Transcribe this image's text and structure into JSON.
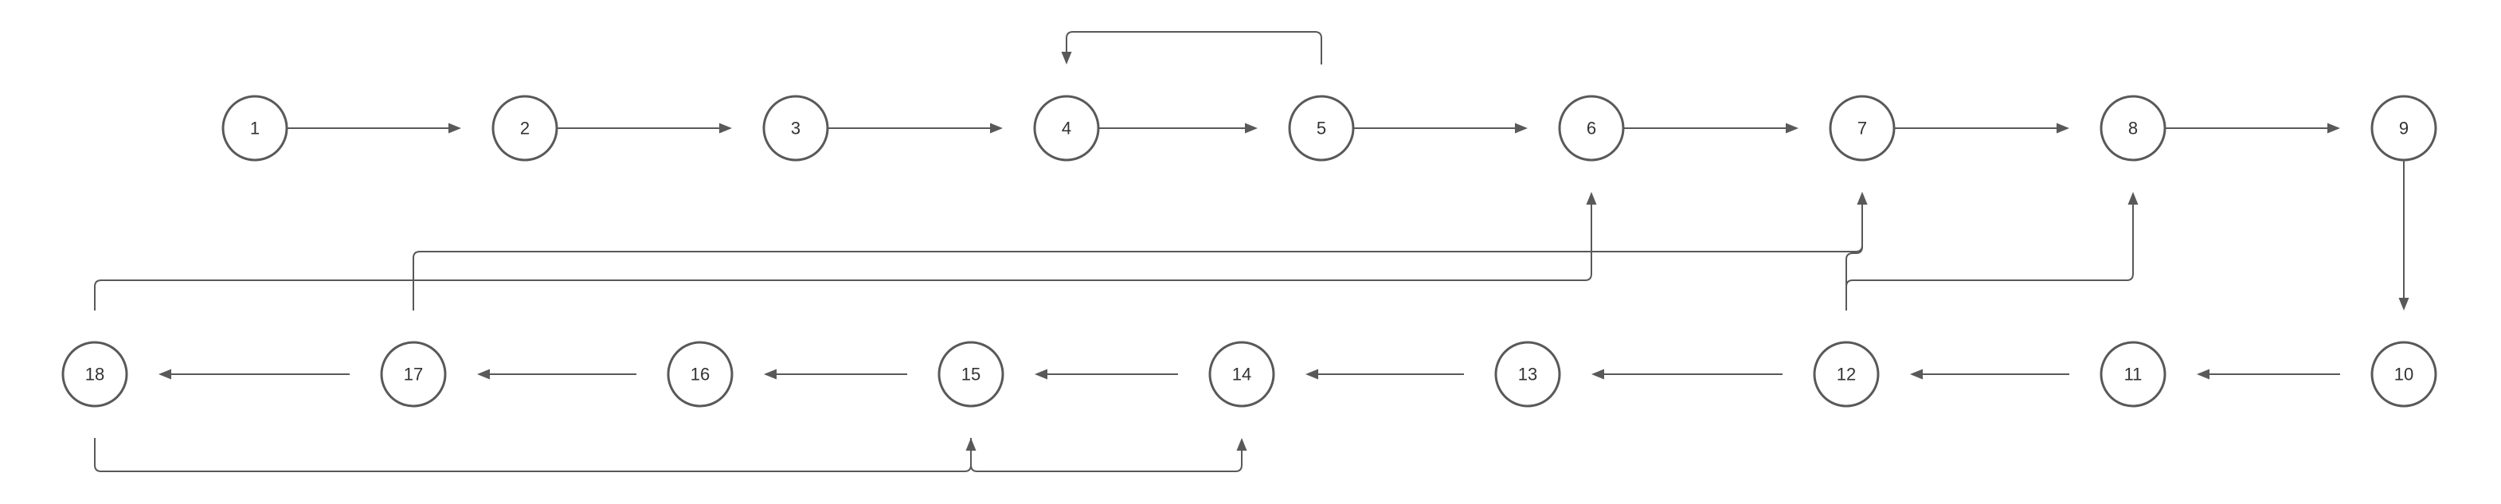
{
  "diagram": {
    "type": "directed-graph",
    "colors": {
      "stroke": "#595959",
      "node_fill": "#ffffff",
      "label": "#333333",
      "background": "#ffffff"
    },
    "nodes": [
      {
        "id": "1",
        "label": "1"
      },
      {
        "id": "2",
        "label": "2"
      },
      {
        "id": "3",
        "label": "3"
      },
      {
        "id": "4",
        "label": "4"
      },
      {
        "id": "5",
        "label": "5"
      },
      {
        "id": "6",
        "label": "6"
      },
      {
        "id": "7",
        "label": "7"
      },
      {
        "id": "8",
        "label": "8"
      },
      {
        "id": "9",
        "label": "9"
      },
      {
        "id": "10",
        "label": "10"
      },
      {
        "id": "11",
        "label": "11"
      },
      {
        "id": "12",
        "label": "12"
      },
      {
        "id": "13",
        "label": "13"
      },
      {
        "id": "14",
        "label": "14"
      },
      {
        "id": "15",
        "label": "15"
      },
      {
        "id": "16",
        "label": "16"
      },
      {
        "id": "17",
        "label": "17"
      },
      {
        "id": "18",
        "label": "18"
      }
    ],
    "edges": [
      {
        "from": "1",
        "to": "2"
      },
      {
        "from": "2",
        "to": "3"
      },
      {
        "from": "3",
        "to": "4"
      },
      {
        "from": "4",
        "to": "5"
      },
      {
        "from": "5",
        "to": "4"
      },
      {
        "from": "5",
        "to": "6"
      },
      {
        "from": "6",
        "to": "7"
      },
      {
        "from": "7",
        "to": "8"
      },
      {
        "from": "8",
        "to": "9"
      },
      {
        "from": "9",
        "to": "10"
      },
      {
        "from": "10",
        "to": "11"
      },
      {
        "from": "11",
        "to": "12"
      },
      {
        "from": "12",
        "to": "13"
      },
      {
        "from": "12",
        "to": "7"
      },
      {
        "from": "12",
        "to": "8"
      },
      {
        "from": "13",
        "to": "14"
      },
      {
        "from": "14",
        "to": "15"
      },
      {
        "from": "15",
        "to": "14"
      },
      {
        "from": "15",
        "to": "16"
      },
      {
        "from": "16",
        "to": "17"
      },
      {
        "from": "17",
        "to": "18"
      },
      {
        "from": "17",
        "to": "7"
      },
      {
        "from": "18",
        "to": "6"
      },
      {
        "from": "18",
        "to": "15"
      }
    ]
  }
}
